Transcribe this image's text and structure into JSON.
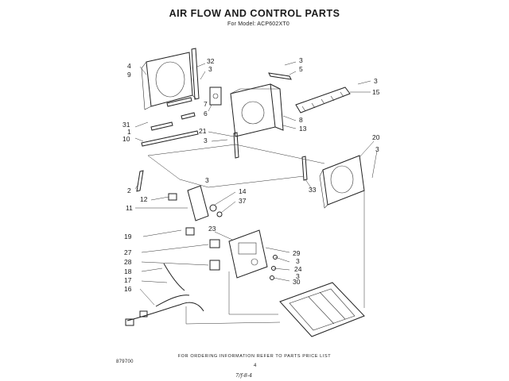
{
  "title": "AIR FLOW AND CONTROL PARTS",
  "subtitle": "For Model: ACP602XT0",
  "footer": "FOR ORDERING INFORMATION REFER TO PARTS PRICE LIST",
  "doc_number": "879700",
  "page_number": "4",
  "handwritten_note": "7/f-8-4",
  "part_labels": [
    "4",
    "9",
    "31",
    "1",
    "10",
    "32",
    "3",
    "7",
    "6",
    "3",
    "5",
    "3",
    "15",
    "8",
    "13",
    "21",
    "3",
    "20",
    "3",
    "33",
    "2",
    "3",
    "12",
    "14",
    "37",
    "11",
    "19",
    "23",
    "27",
    "28",
    "18",
    "17",
    "16",
    "29",
    "3",
    "24",
    "3",
    "30"
  ]
}
